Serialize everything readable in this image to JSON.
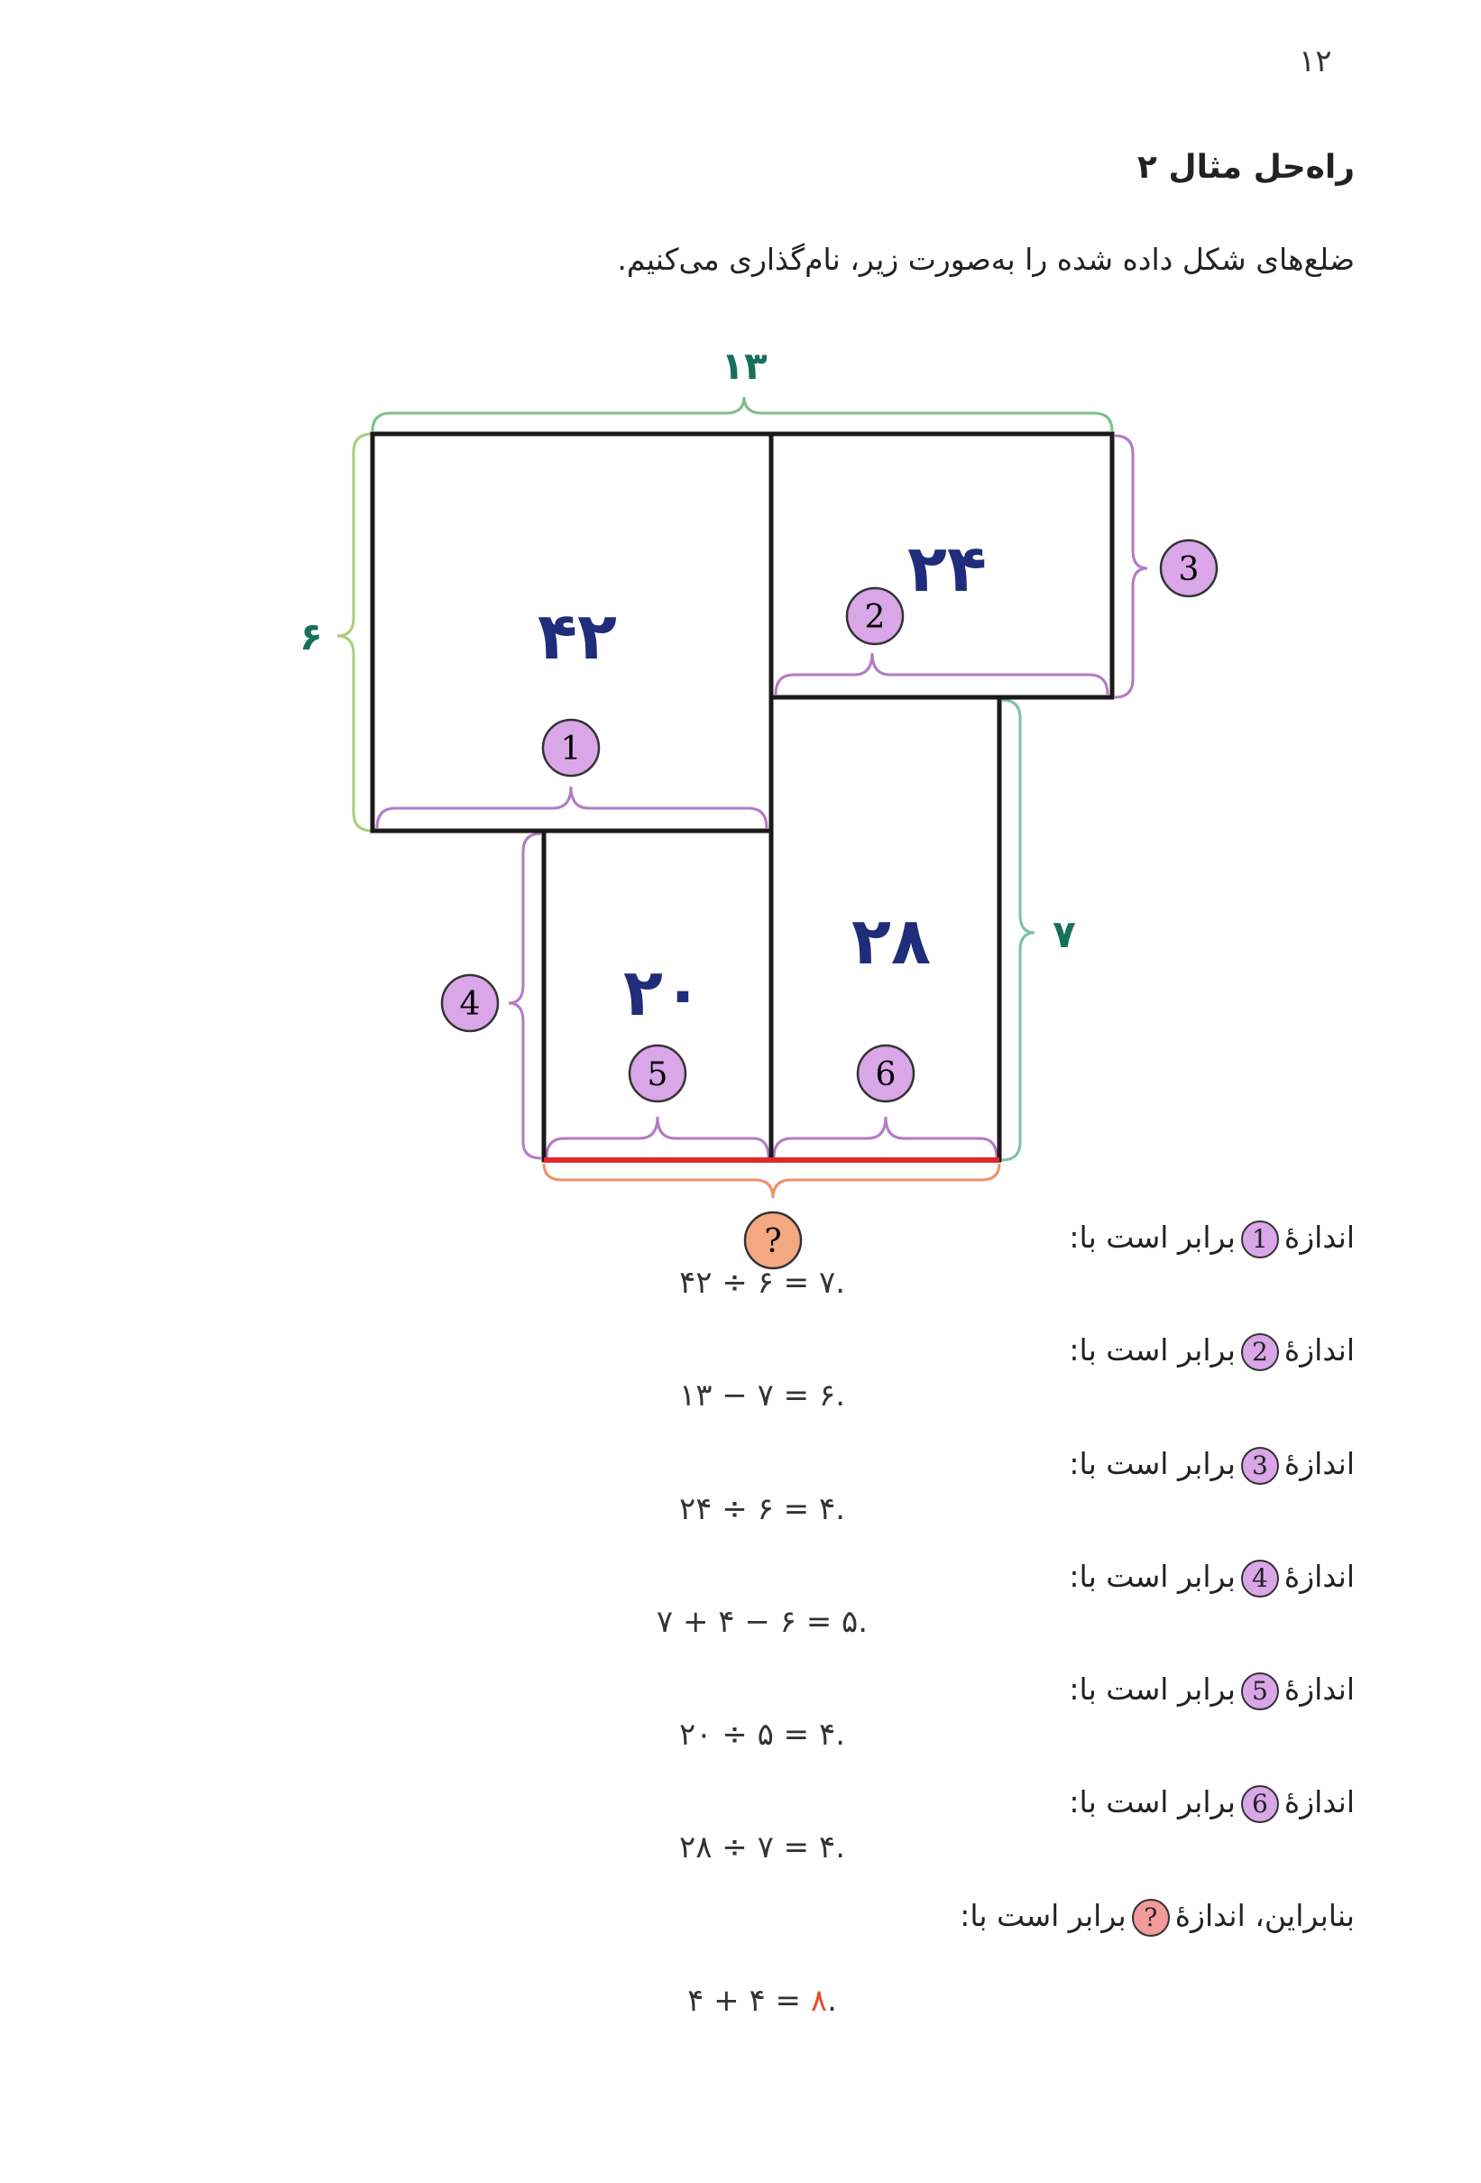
{
  "page_number": "۱۲",
  "title": "راه‌حل مثال ۲",
  "intro": "ضلع‌های شکل داده شده را به‌صورت زیر، نام‌گذاری می‌کنیم.",
  "diagram": {
    "top_length": "۱۳",
    "left_length": "۶",
    "right_length": "۷",
    "areas": {
      "top_left": "۴۲",
      "top_right": "۲۴",
      "bottom_left": "۲۰",
      "bottom_right": "۲۸"
    },
    "markers": [
      "1",
      "2",
      "3",
      "4",
      "5",
      "6"
    ],
    "unknown_marker": "?",
    "colors": {
      "outline": "#1a1a1a",
      "area_text": "#1f2d7a",
      "length_text": "#17705a",
      "green_brace": "#7cc08a",
      "purple_brace": "#b37ac6",
      "marker_fill": "#d9a6e8",
      "unknown_fill": "#f4a882",
      "red_line": "#e02a2a"
    }
  },
  "steps": [
    {
      "prefix": "اندازهٔ",
      "marker": "1",
      "suffix": "برابر است با:",
      "equation": "۴۲ ÷ ۶ = ۷."
    },
    {
      "prefix": "اندازهٔ",
      "marker": "2",
      "suffix": "برابر است با:",
      "equation": "۱۳ − ۷ = ۶."
    },
    {
      "prefix": "اندازهٔ",
      "marker": "3",
      "suffix": "برابر است با:",
      "equation": "۲۴ ÷ ۶ = ۴."
    },
    {
      "prefix": "اندازهٔ",
      "marker": "4",
      "suffix": "برابر است با:",
      "equation": "۷ + ۴ − ۶ = ۵."
    },
    {
      "prefix": "اندازهٔ",
      "marker": "5",
      "suffix": "برابر است با:",
      "equation": "۲۰ ÷ ۵ = ۴."
    },
    {
      "prefix": "اندازهٔ",
      "marker": "6",
      "suffix": "برابر است با:",
      "equation": "۲۸ ÷ ۷ = ۴."
    }
  ],
  "conclusion": {
    "prefix": "بنابراین، اندازهٔ",
    "marker": "?",
    "suffix": "برابر است با:",
    "equation_left": "۴ + ۴ = ",
    "result": "۸",
    "end": "."
  }
}
